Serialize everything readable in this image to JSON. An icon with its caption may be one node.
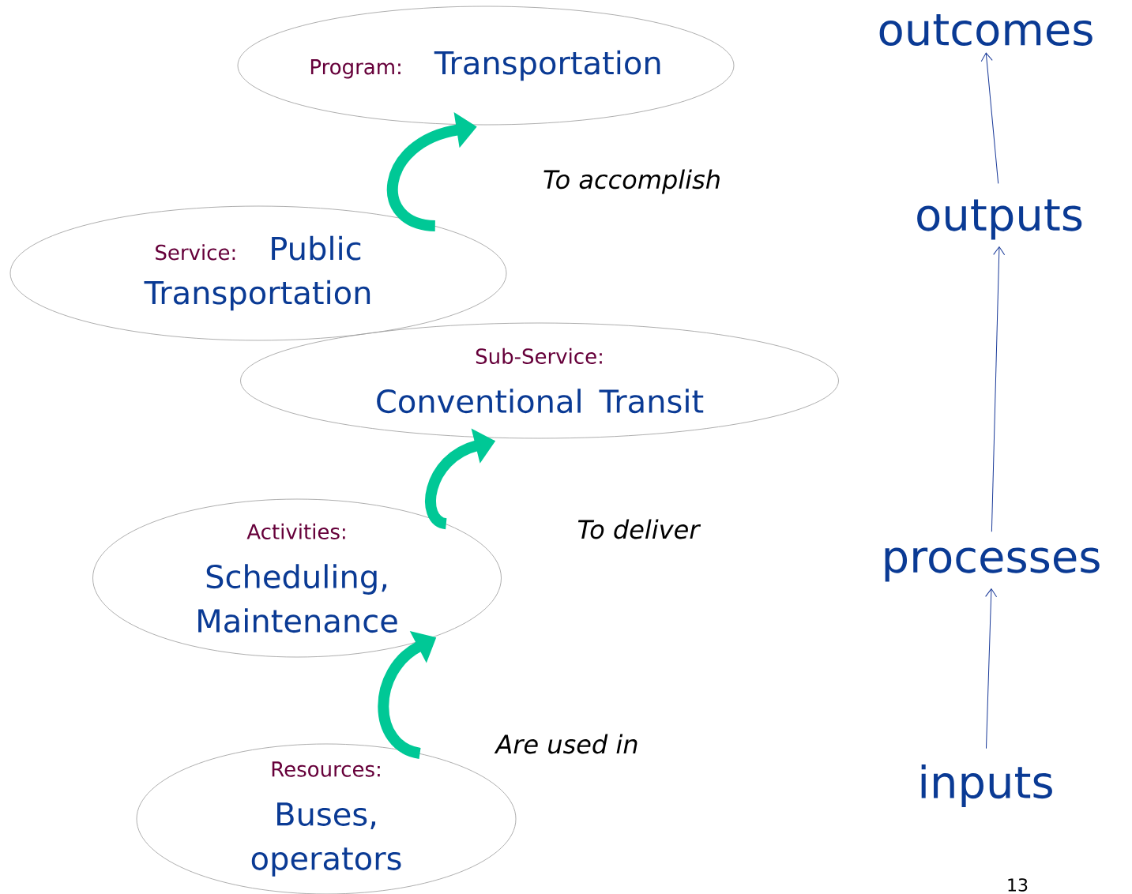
{
  "diagram": {
    "nodes": [
      {
        "text": [
          "Program:",
          "Transportation"
        ]
      },
      {
        "text": [
          "Service:",
          "Public Transportation"
        ]
      },
      {
        "text": [
          "Sub-Service:",
          "Conventional Transit"
        ]
      },
      {
        "text": [
          "Activities:",
          "Scheduling, Maintenance"
        ]
      },
      {
        "text": [
          "Resources:",
          "Buses, operators"
        ]
      },
      {
        "text": [
          "outcomes"
        ]
      },
      {
        "text": [
          "outputs"
        ]
      },
      {
        "text": [
          "processes"
        ]
      },
      {
        "text": [
          "inputs"
        ]
      }
    ],
    "edges": [
      {
        "from": 1,
        "to": 0,
        "arrow": "to",
        "label": "To accomplish",
        "style": "thick",
        "color": "#00c896"
      },
      {
        "from": 3,
        "to": 2,
        "arrow": "to",
        "label": "To deliver",
        "style": "thick",
        "color": "#00c896"
      },
      {
        "from": 4,
        "to": 3,
        "arrow": "to",
        "label": "Are used in",
        "style": "thick",
        "color": "#00c896"
      },
      {
        "from": 8,
        "to": 7,
        "arrow": "to",
        "color": "#1a3a99"
      },
      {
        "from": 7,
        "to": 6,
        "arrow": "to",
        "color": "#1a3a99"
      },
      {
        "from": 6,
        "to": 5,
        "arrow": "to",
        "color": "#1a3a99"
      }
    ],
    "labels": [
      "13"
    ]
  }
}
